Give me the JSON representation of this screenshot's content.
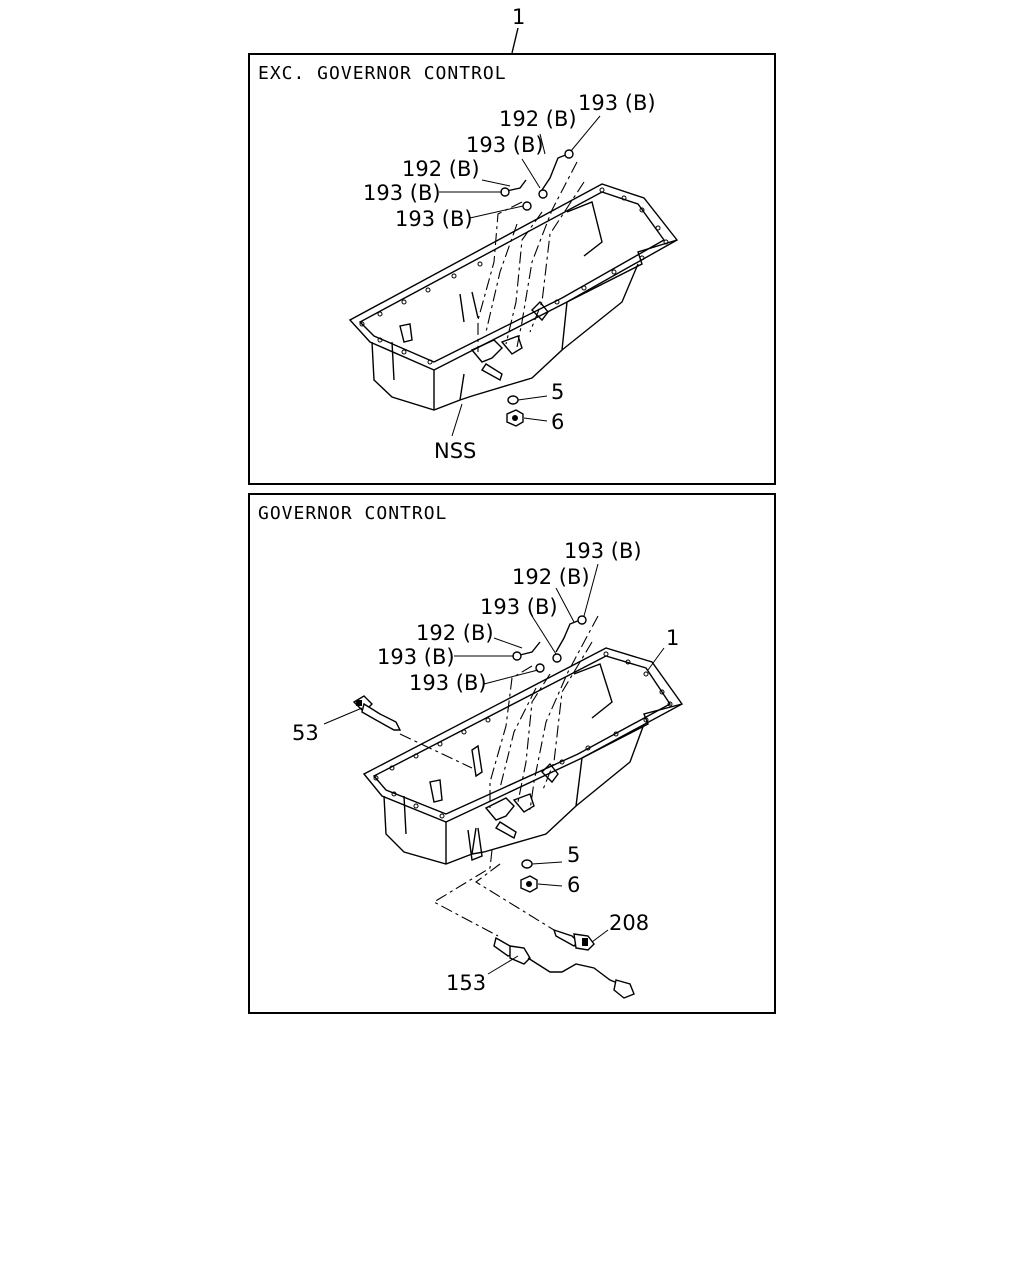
{
  "assembly_callout": "1",
  "panels": [
    {
      "title": "EXC. GOVERNOR CONTROL",
      "callouts": {
        "c1": "193 (B)",
        "c2": "192 (B)",
        "c3": "193 (B)",
        "c4": "192 (B)",
        "c5": "193 (B)",
        "c6": "193 (B)",
        "c7": "5",
        "c8": "6",
        "c9": "NSS"
      }
    },
    {
      "title": "GOVERNOR CONTROL",
      "callouts": {
        "c1": "193 (B)",
        "c2": "192 (B)",
        "c3": "193 (B)",
        "c4": "192 (B)",
        "c5": "193 (B)",
        "c6": "193 (B)",
        "c7": "1",
        "c8": "53",
        "c9": "5",
        "c10": "6",
        "c11": "208",
        "c12": "153"
      }
    }
  ]
}
